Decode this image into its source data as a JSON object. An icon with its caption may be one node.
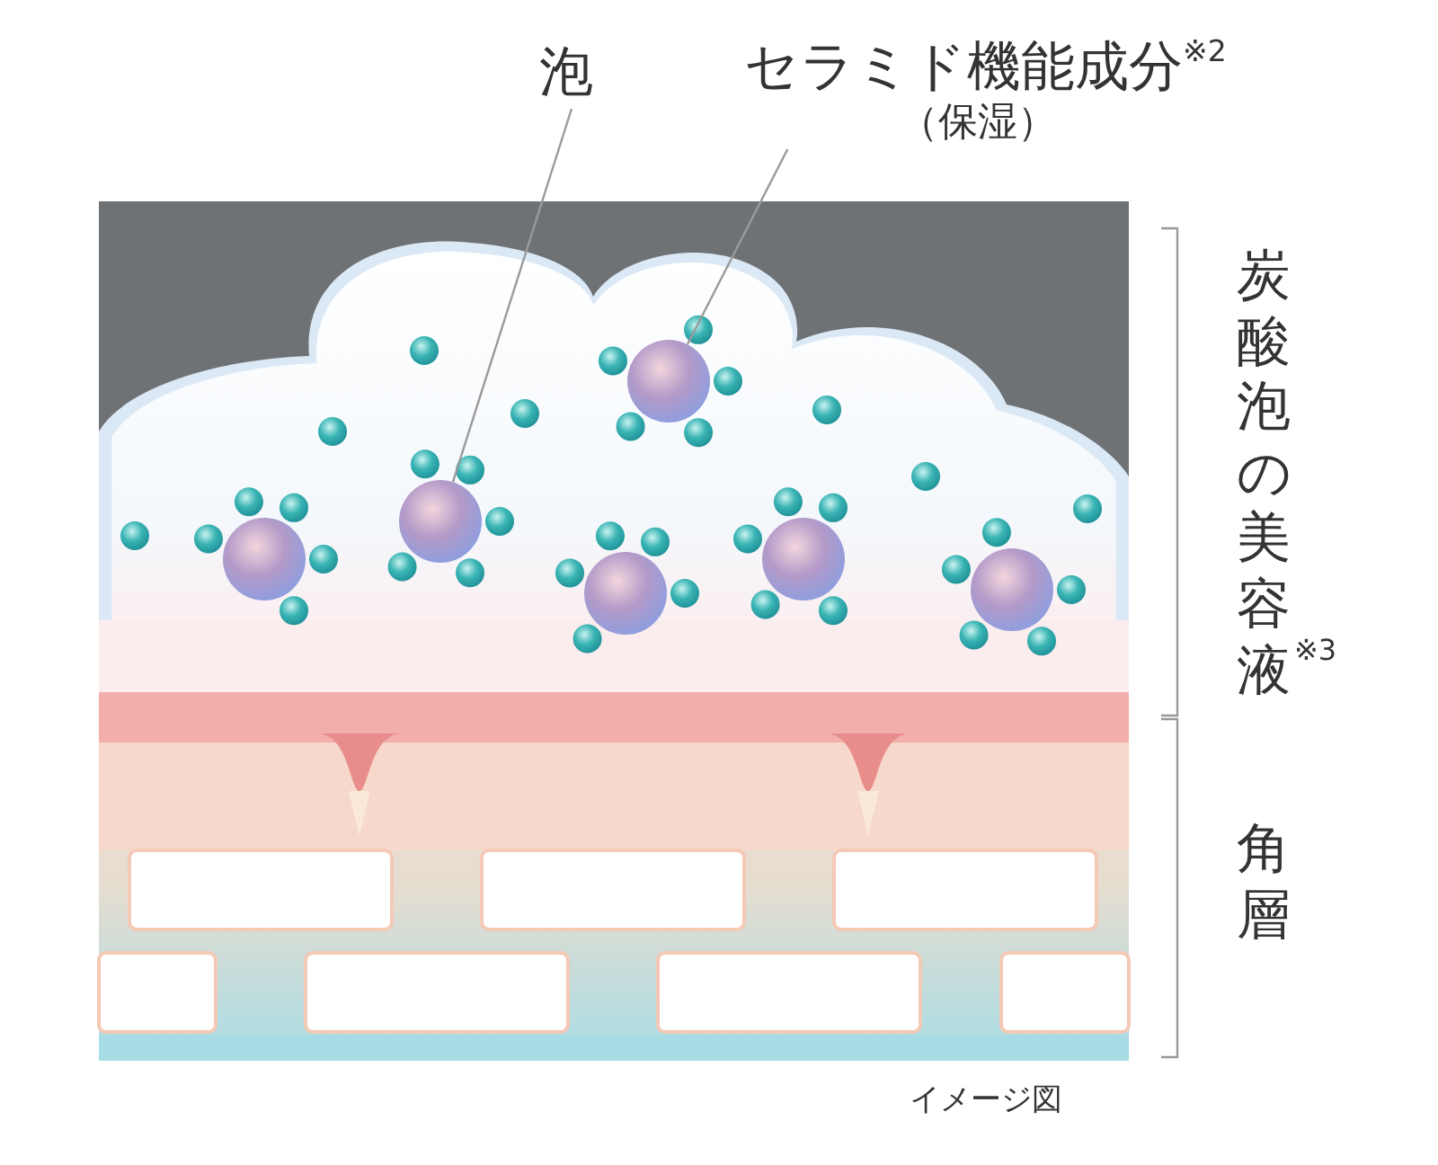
{
  "diagram": {
    "nodes": [
      {
        "text": [
          "泡"
        ]
      },
      {
        "text": [
          "セラミド機能成分$^{※2}$",
          "（保湿）"
        ]
      },
      {
        "text": [],
        "shape": "circle"
      },
      {
        "text": [],
        "shape": "circle"
      }
    ],
    "edges": [
      {
        "from": 0,
        "to": 2,
        "arrow": "none"
      },
      {
        "from": 1,
        "to": 3,
        "arrow": "none"
      }
    ],
    "labels": [
      "炭酸泡の美容液$^{※3}$",
      "角層",
      "イメージ図"
    ]
  }
}
